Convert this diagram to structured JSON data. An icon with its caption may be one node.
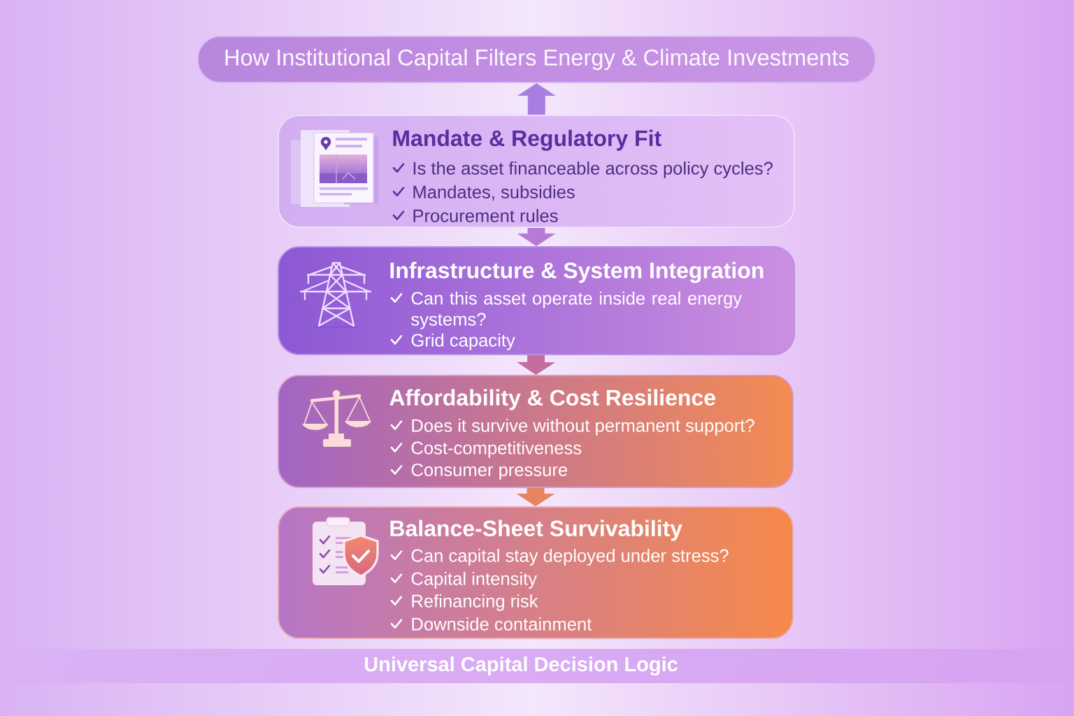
{
  "diagram": {
    "nodes": [
      {
        "text": [
          "How Institutional Capital Filters Energy & Climate Investments"
        ]
      },
      {
        "text": [
          "Mandate & Regulatory Fit",
          "Is the asset financeable across policy cycles?",
          "Mandates, subsidies",
          "Procurement rules"
        ]
      },
      {
        "text": [
          "Infrastructure & System Integration",
          "Can this asset operate inside real energy systems?",
          "Grid capacity"
        ]
      },
      {
        "text": [
          "Affordability & Cost Resilience",
          "Does it survive without permanent support?",
          "Cost-competitiveness",
          "Consumer pressure"
        ]
      },
      {
        "text": [
          "Balance-Sheet Survivability",
          "Can capital stay deployed under stress?",
          "Capital intensity",
          "Refinancing risk",
          "Downside containment"
        ]
      },
      {
        "text": [
          "Universal Capital Decision Logic"
        ]
      }
    ],
    "edges": [
      {
        "from": 1,
        "to": 0,
        "arrow": "to",
        "color": "#a97ee3"
      },
      {
        "from": 1,
        "to": 2,
        "arrow": "to",
        "color": "#b77ad6"
      },
      {
        "from": 2,
        "to": 3,
        "arrow": "to",
        "color": "#c46d9e"
      },
      {
        "from": 3,
        "to": 4,
        "arrow": "to",
        "color": "#e8845e"
      }
    ]
  }
}
